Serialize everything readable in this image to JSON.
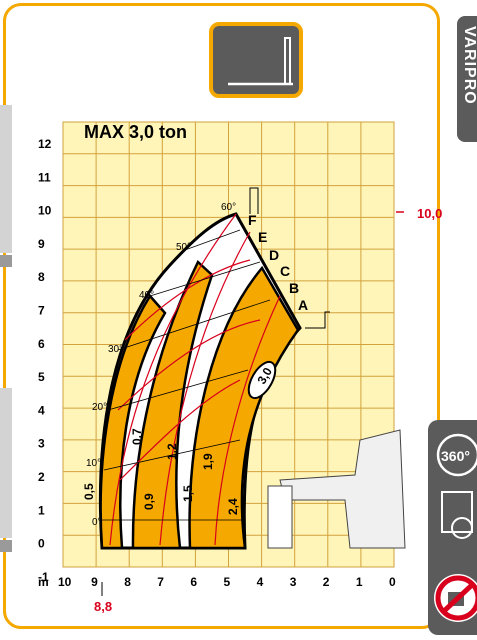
{
  "brand_tab": {
    "label": "VARIPRO"
  },
  "chart_data": {
    "type": "other",
    "title": "MAX 3,0 ton",
    "x_axis": {
      "unit": "m",
      "ticks": [
        "10",
        "9",
        "8",
        "7",
        "6",
        "5",
        "4",
        "3",
        "2",
        "1",
        "0"
      ]
    },
    "y_axis": {
      "ticks": [
        "12",
        "11",
        "10",
        "9",
        "8",
        "7",
        "6",
        "5",
        "4",
        "3",
        "2",
        "1",
        "0",
        "-1"
      ]
    },
    "max_height_label": "10,0",
    "max_reach_label": "8,8",
    "capacity_labels": [
      "0,5",
      "0,7",
      "0,9",
      "1,2",
      "1,5",
      "1,9",
      "2,4",
      "3,0"
    ],
    "angle_labels": [
      "0°",
      "10°",
      "20°",
      "30°",
      "40°",
      "50°",
      "60°"
    ],
    "extension_labels": [
      "F",
      "E",
      "D",
      "C",
      "B",
      "A"
    ],
    "colors": {
      "band": "#f5a800",
      "grid_bg": "#fff5b8",
      "grid": "#d2a23c",
      "accent_red": "#d8001c"
    }
  }
}
